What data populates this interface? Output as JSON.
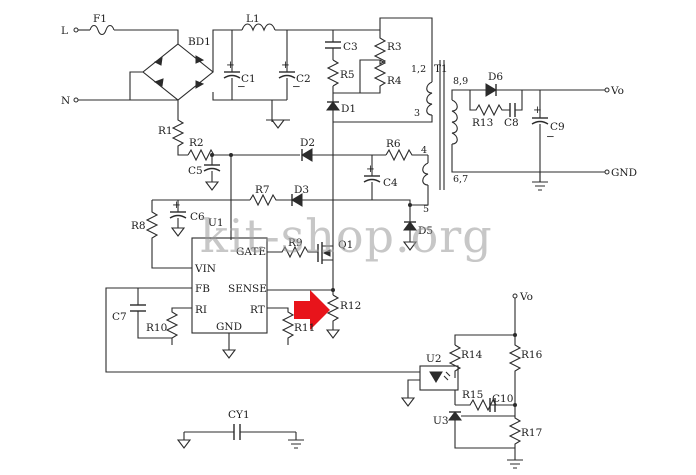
{
  "watermark": "kit-shop.org",
  "labels": {
    "L": "L",
    "N": "N",
    "F1": "F1",
    "L1": "L1",
    "BD1": "BD1",
    "C1": "C1",
    "C2": "C2",
    "C3": "C3",
    "R3": "R3",
    "R4": "R4",
    "R5": "R5",
    "D1": "D1",
    "T1": "T1",
    "pin12": "1,2",
    "pin3": "3",
    "pin89": "8,9",
    "D6": "D6",
    "Vo1": "Vo",
    "R13": "R13",
    "C8": "C8",
    "C9": "C9",
    "R1": "R1",
    "R2": "R2",
    "C5": "C5",
    "D2": "D2",
    "R6": "R6",
    "pin4": "4",
    "GND": "GND",
    "pin67": "6,7",
    "C4": "C4",
    "R7": "R7",
    "D3": "D3",
    "pin5": "5",
    "R8": "R8",
    "C6": "C6",
    "U1": "U1",
    "D5": "D5",
    "GATE": "GATE",
    "R9": "R9",
    "Q1": "Q1",
    "VIN": "VIN",
    "FB": "FB",
    "SENSE": "SENSE",
    "C7": "C7",
    "RI": "RI",
    "RT": "RT",
    "R12": "R12",
    "R10": "R10",
    "R11": "R11",
    "GNDpin": "GND",
    "Vo2": "Vo",
    "U2": "U2",
    "R14": "R14",
    "R16": "R16",
    "R15": "R15",
    "C10": "C10",
    "U3": "U3",
    "R17": "R17",
    "CY1": "CY1",
    "plusC1": "+",
    "minusC1": "−",
    "plusC2": "+",
    "minusC2": "−",
    "plusC9": "+",
    "minusC9": "−",
    "plusC4": "+",
    "plusC6": "+"
  },
  "colors": {
    "wire": "#2b2b2b",
    "pointer_arrow": "#e8141b",
    "watermark": "#9a9a9a"
  },
  "icons": {
    "pointer": "red-arrow-icon"
  }
}
